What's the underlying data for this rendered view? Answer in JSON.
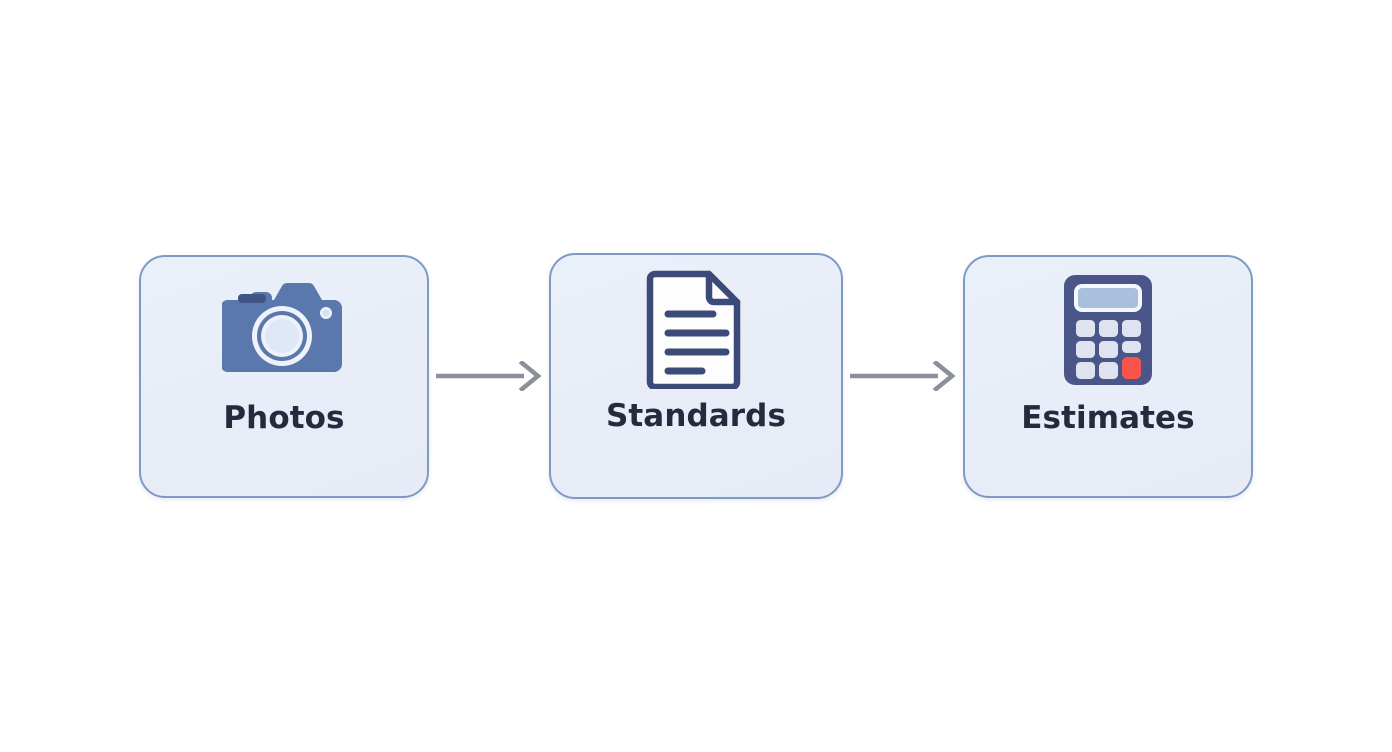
{
  "diagram": {
    "type": "horizontal-process-flow",
    "background_color": "#ffffff",
    "orientation": "left-to-right",
    "step_count": 3,
    "connector_count": 2,
    "steps": [
      {
        "id": "photos",
        "label": "Photos",
        "icon": "camera-icon",
        "icon_style": "filled",
        "icon_color": "#5b78ad",
        "icon_accent_color": "#eef3fb",
        "card_fill": "#e9eef8",
        "card_border": "#7f9bc4",
        "label_color": "#242b3d"
      },
      {
        "id": "standards",
        "label": "Standards",
        "icon": "document-icon",
        "icon_style": "outline",
        "icon_color": "#3b4a78",
        "icon_accent_color": "#ffffff",
        "card_fill": "#e9eef8",
        "card_border": "#7f9bc4",
        "label_color": "#242b3d"
      },
      {
        "id": "estimates",
        "label": "Estimates",
        "icon": "calculator-icon",
        "icon_style": "filled",
        "icon_color": "#4a5689",
        "icon_accent_color": "#dfe3ef",
        "icon_highlight_color": "#f9544b",
        "icon_display_color": "#a9c0dc",
        "card_fill": "#e9eef8",
        "card_border": "#7f9bc4",
        "label_color": "#242b3d"
      }
    ],
    "connectors": [
      {
        "id": "connector-1",
        "from": "photos",
        "to": "standards",
        "shape": "arrow-right",
        "color": "#8a8f99"
      },
      {
        "id": "connector-2",
        "from": "standards",
        "to": "estimates",
        "shape": "arrow-right",
        "color": "#8a8f99"
      }
    ]
  }
}
